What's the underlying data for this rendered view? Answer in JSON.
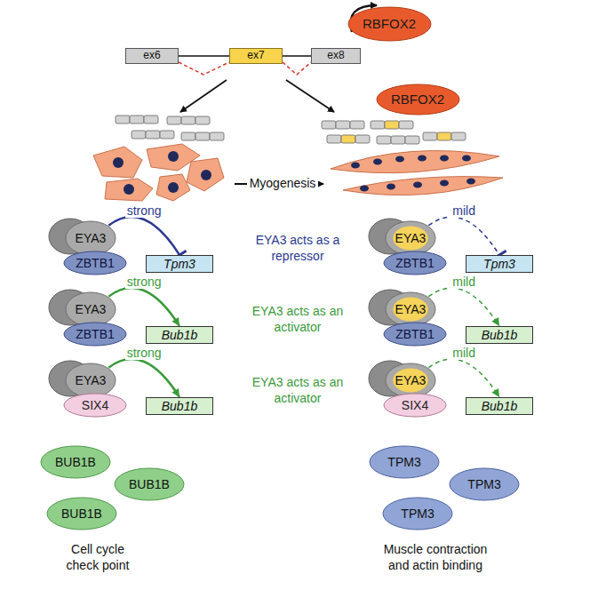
{
  "diagram": {
    "nodes": [
      {
        "text": [
          "RBFOX2"
        ]
      },
      {
        "text": [
          "ex6"
        ]
      },
      {
        "text": [
          "ex7"
        ]
      },
      {
        "text": [
          "ex8"
        ]
      },
      {
        "text": [
          "RBFOX2"
        ]
      },
      {
        "text": [
          "EYA3"
        ]
      },
      {
        "text": [
          "ZBTB1"
        ]
      },
      {
        "text": [
          "Tpm3"
        ]
      },
      {
        "text": [
          "EYA3"
        ]
      },
      {
        "text": [
          "ZBTB1"
        ]
      },
      {
        "text": [
          "Tpm3"
        ]
      },
      {
        "text": [
          "EYA3"
        ]
      },
      {
        "text": [
          "ZBTB1"
        ]
      },
      {
        "text": [
          "Bub1b"
        ]
      },
      {
        "text": [
          "EYA3"
        ]
      },
      {
        "text": [
          "ZBTB1"
        ]
      },
      {
        "text": [
          "Bub1b"
        ]
      },
      {
        "text": [
          "EYA3"
        ]
      },
      {
        "text": [
          "SIX4"
        ]
      },
      {
        "text": [
          "Bub1b"
        ]
      },
      {
        "text": [
          "EYA3"
        ]
      },
      {
        "text": [
          "SIX4"
        ]
      },
      {
        "text": [
          "Bub1b"
        ]
      },
      {
        "text": [
          "BUB1B"
        ]
      },
      {
        "text": [
          "BUB1B"
        ]
      },
      {
        "text": [
          "BUB1B"
        ]
      },
      {
        "text": [
          "TPM3"
        ]
      },
      {
        "text": [
          "TPM3"
        ]
      },
      {
        "text": [
          "TPM3"
        ]
      }
    ],
    "edges": [
      {
        "from": 1,
        "to": 2,
        "arrow": "none"
      },
      {
        "from": 2,
        "to": 3,
        "arrow": "none"
      },
      {
        "from": 5,
        "to": 7,
        "label": "strong",
        "arrow": "to"
      },
      {
        "from": 8,
        "to": 10,
        "label": "mild",
        "arrow": "to"
      },
      {
        "from": 11,
        "to": 13,
        "label": "strong",
        "arrow": "to"
      },
      {
        "from": 14,
        "to": 16,
        "label": "mild",
        "arrow": "to"
      },
      {
        "from": 17,
        "to": 19,
        "label": "strong",
        "arrow": "to"
      },
      {
        "from": 20,
        "to": 22,
        "label": "mild",
        "arrow": "to"
      }
    ],
    "labels": [
      "Myogenesis",
      "EYA3 acts as a repressor",
      "EYA3 acts as an activator",
      "EYA3 acts as an activator",
      "Cell cycle check point",
      "Muscle contraction and actin binding"
    ]
  }
}
